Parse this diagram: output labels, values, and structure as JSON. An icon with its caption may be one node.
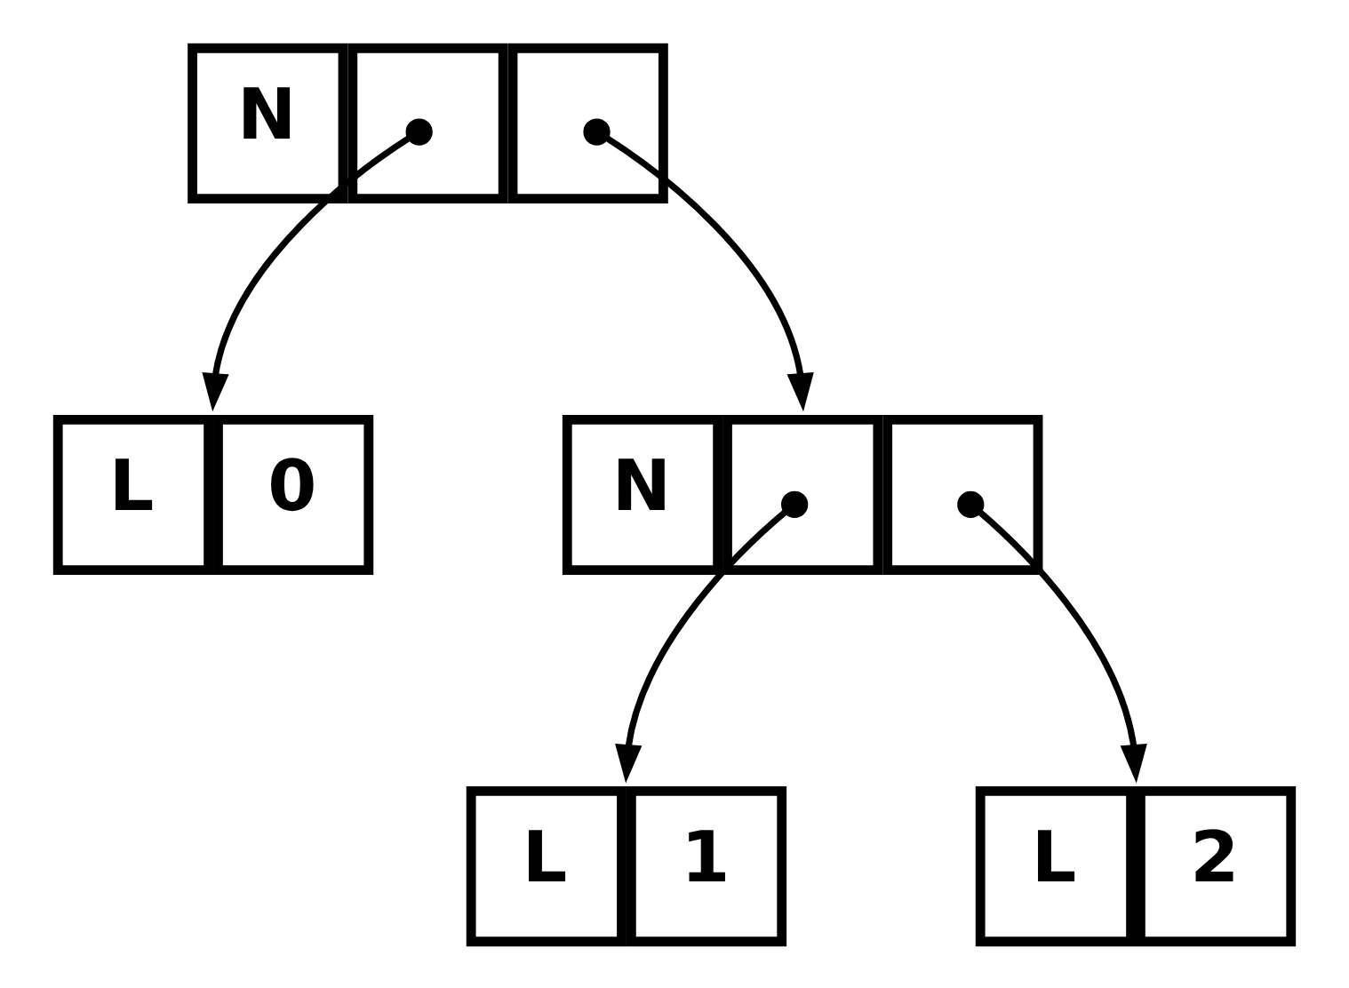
{
  "diagram": {
    "nodes": [
      {
        "text": [
          "N"
        ]
      },
      {
        "text": [
          "L",
          "0"
        ]
      },
      {
        "text": [
          "N"
        ]
      },
      {
        "text": [
          "L",
          "1"
        ]
      },
      {
        "text": [
          "L",
          "2"
        ]
      }
    ],
    "edges": [
      {
        "from": 0,
        "to": 1,
        "arrow": "to"
      },
      {
        "from": 0,
        "to": 2,
        "arrow": "to"
      },
      {
        "from": 2,
        "to": 3,
        "arrow": "to"
      },
      {
        "from": 2,
        "to": 4,
        "arrow": "to"
      }
    ]
  }
}
